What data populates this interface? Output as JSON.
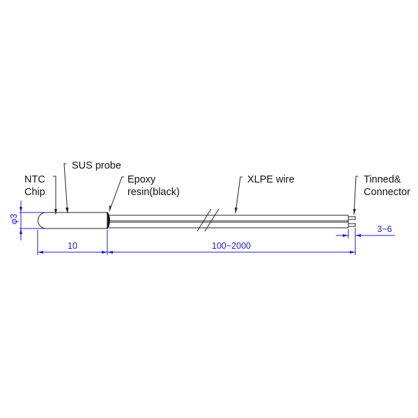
{
  "labels": {
    "ntc_line1": "NTC",
    "ntc_line2": "Chip",
    "sus_probe": "SUS probe",
    "epoxy_line1": "Epoxy",
    "epoxy_line2": "resin(black)",
    "xlpe_wire": "XLPE wire",
    "tinned_line1": "Tinned&",
    "tinned_line2": "Connector"
  },
  "dimensions": {
    "diameter": "φ3",
    "probe_length": "10",
    "wire_length": "100~2000",
    "strip_length": "3~6"
  },
  "colors": {
    "dimension": "#1a1acc",
    "outline": "#222222"
  }
}
